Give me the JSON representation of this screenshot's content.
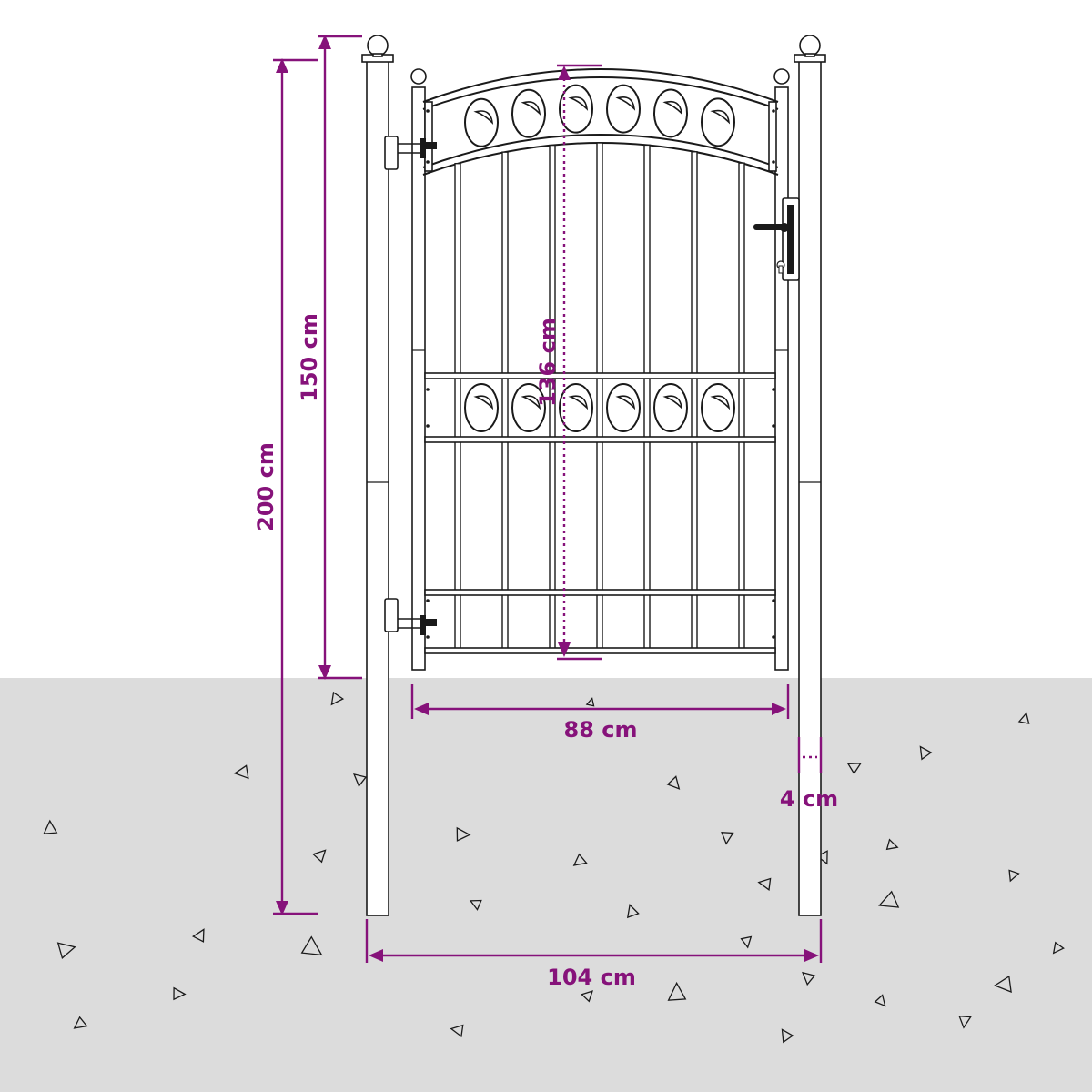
{
  "diagram": {
    "colors": {
      "background": "#ffffff",
      "ground": "#dcdcdc",
      "line": "#1a1a1a",
      "dimension": "#86127a"
    },
    "dimensions": {
      "total_height": "200 cm",
      "height_above_ground": "150 cm",
      "gate_height": "136 cm",
      "gate_width": "88 cm",
      "post_width": "4 cm",
      "total_width": "104 cm"
    },
    "icons": [
      "gate-handle-icon",
      "keyhole-icon",
      "hinge-icon",
      "ball-finial-icon"
    ]
  }
}
